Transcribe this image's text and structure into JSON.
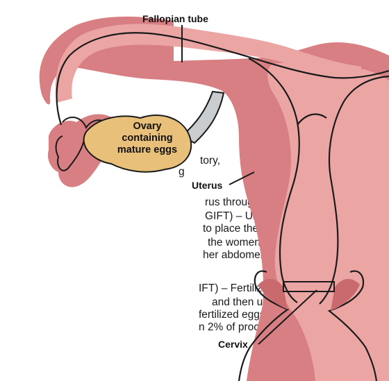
{
  "text_fragments": [
    "g",
    "tory,",
    "g",
    "rus through the cervix.",
    "GIFT) – Using an",
    "to place the unfertilized",
    "the women's fallopian",
    "her abdomen.  Used in",
    "IFT) – Fertilizing a",
    "and then using a",
    "fertilized eggs (zygotes)",
    "n 2% of procedures."
  ],
  "labels": {
    "fallopian_tube": "Fallopian tube",
    "uterus": "Uterus",
    "cervix": "Cervix",
    "ovary_line1": "Ovary",
    "ovary_line2": "containing",
    "ovary_line3": "mature eggs"
  },
  "colors": {
    "uterus_outer": "#d77f82",
    "uterus_inner": "#eba6a4",
    "outline": "#1a1a1a",
    "ovary": "#e8c07a",
    "ligament": "#c9cdd0"
  }
}
